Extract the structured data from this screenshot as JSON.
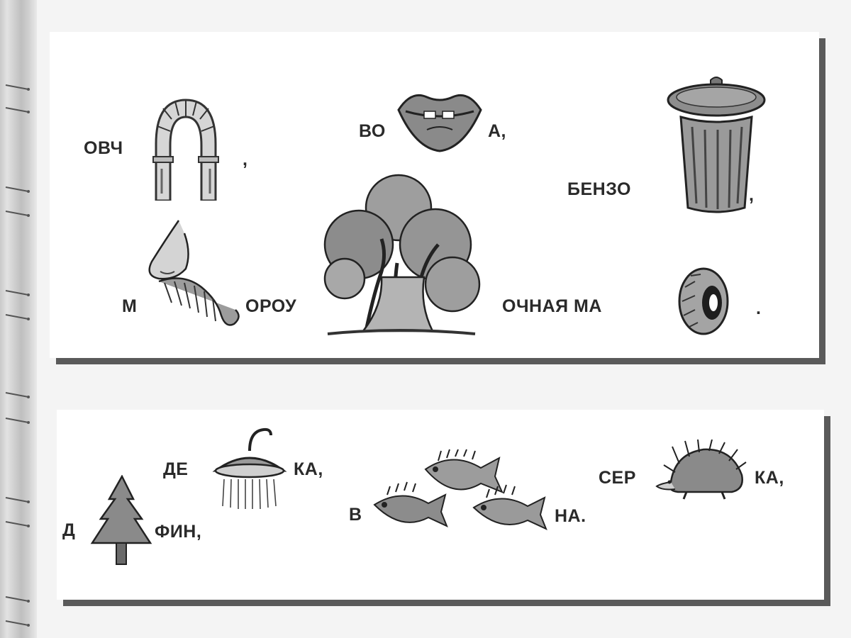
{
  "puzzle1": {
    "items": [
      {
        "text": "ОВЧ",
        "icon": "arch-icon"
      },
      {
        "text": ",",
        "icon": ""
      },
      {
        "text": "ВО",
        "icon": "lips-icon"
      },
      {
        "text": "А,",
        "icon": ""
      },
      {
        "text": "БЕНЗО",
        "icon": "trash-can-icon"
      },
      {
        "text": ",",
        "icon": ""
      },
      {
        "text": "М",
        "icon": "mustache-nose-icon"
      },
      {
        "text": "ОРОУ",
        "icon": "tree-icon"
      },
      {
        "text": "ОЧНАЯ МА",
        "icon": "tire-icon"
      },
      {
        "text": ".",
        "icon": ""
      }
    ]
  },
  "puzzle2": {
    "items": [
      {
        "text": "ДЕ",
        "icon": "shower-icon"
      },
      {
        "text": "КА,",
        "icon": ""
      },
      {
        "text": "Д",
        "icon": "fir-tree-icon"
      },
      {
        "text": "ФИН,",
        "icon": ""
      },
      {
        "text": "В",
        "icon": "fish-icon"
      },
      {
        "text": "НА.",
        "icon": ""
      },
      {
        "text": "СЕР",
        "icon": "hedgehog-icon"
      },
      {
        "text": "КА,",
        "icon": ""
      }
    ]
  },
  "colors": {
    "ink": "#2a2a2a",
    "shadow": "#5a5a5a",
    "paper": "#ffffff"
  }
}
